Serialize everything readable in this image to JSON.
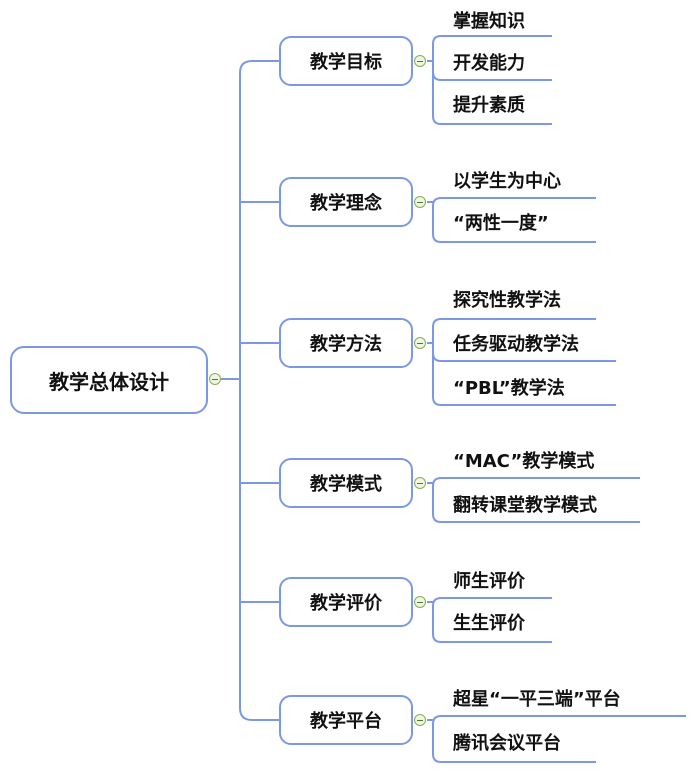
{
  "root": {
    "label": "教学总体设计"
  },
  "branches": [
    {
      "label": "教学目标",
      "children": [
        "掌握知识",
        "开发能力",
        "提升素质"
      ]
    },
    {
      "label": "教学理念",
      "children": [
        "以学生为中心",
        "“两性一度”"
      ]
    },
    {
      "label": "教学方法",
      "children": [
        "探究性教学法",
        "任务驱动教学法",
        "“PBL”教学法"
      ]
    },
    {
      "label": "教学模式",
      "children": [
        "“MAC”教学模式",
        "翻转课堂教学模式"
      ]
    },
    {
      "label": "教学评价",
      "children": [
        "师生评价",
        "生生评价"
      ]
    },
    {
      "label": "教学平台",
      "children": [
        "超星“一平三端”平台",
        "腾讯会议平台"
      ]
    }
  ],
  "colors": {
    "line": "#7a98e6",
    "collapse_button": "#8aa95e"
  },
  "icons": {
    "collapse": "collapse-minus-icon"
  }
}
